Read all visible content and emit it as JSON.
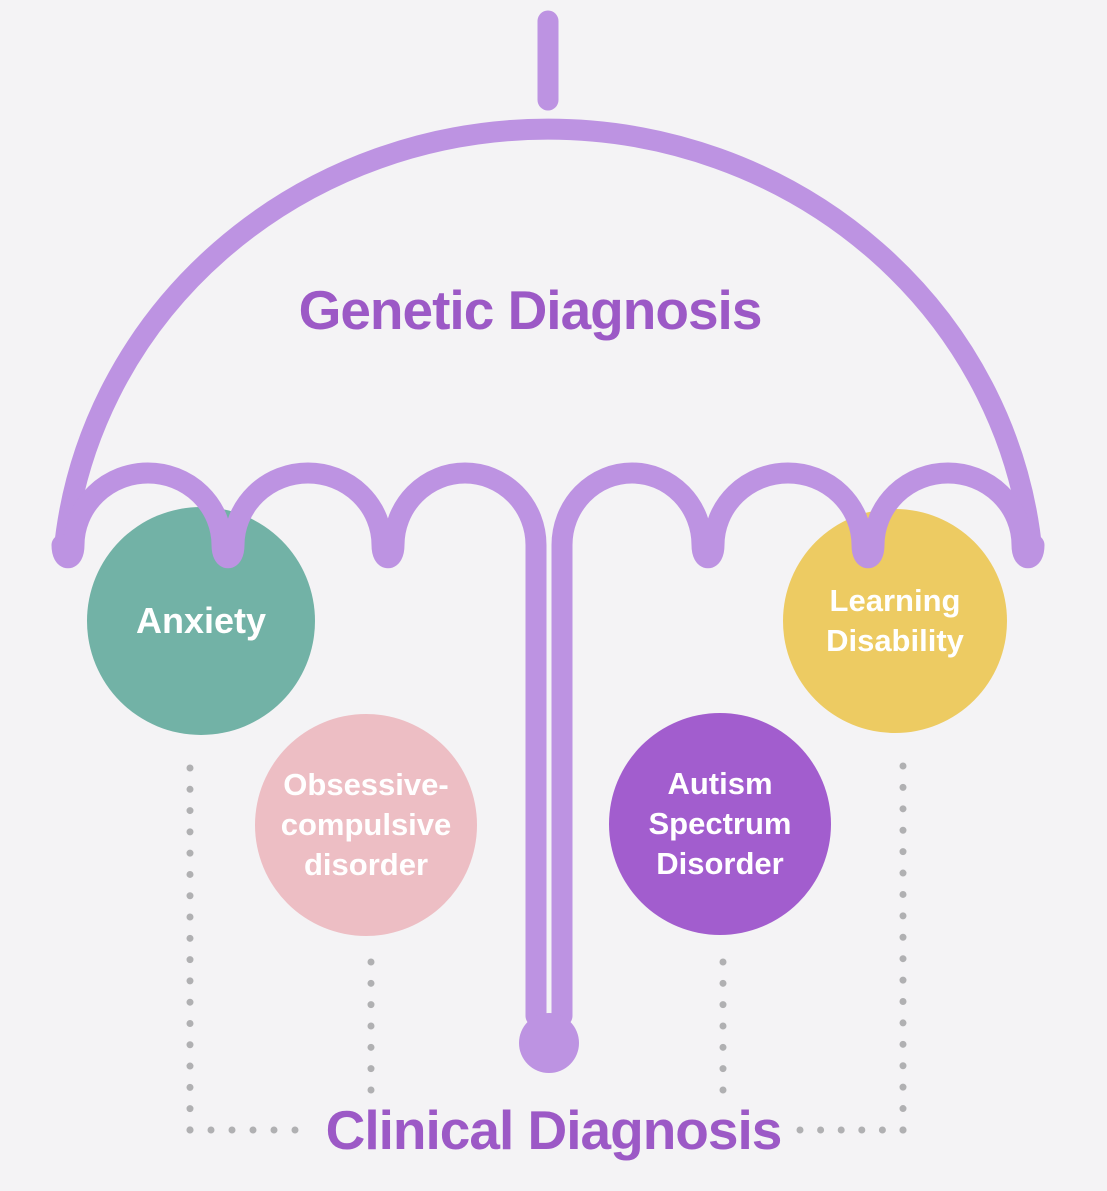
{
  "diagram": {
    "title": "Genetic Diagnosis",
    "footer": "Clinical Diagnosis",
    "circles": [
      {
        "id": "anxiety",
        "color": "#72b2a6",
        "lines": [
          "Anxiety"
        ]
      },
      {
        "id": "ocd",
        "color": "#edbec4",
        "lines": [
          "Obsessive-",
          "compulsive",
          "disorder"
        ]
      },
      {
        "id": "autism-spectrum",
        "color": "#a25dce",
        "lines": [
          "Autism",
          "Spectrum",
          "Disorder"
        ]
      },
      {
        "id": "learning-disability",
        "color": "#edcb62",
        "lines": [
          "Learning",
          "Disability"
        ]
      }
    ],
    "theme": {
      "background": "#f4f3f5",
      "umbrella": "#bd93e2",
      "heading": "#9c59c6",
      "dots": "#b0b0b2",
      "circle_text": "#ffffff"
    }
  }
}
